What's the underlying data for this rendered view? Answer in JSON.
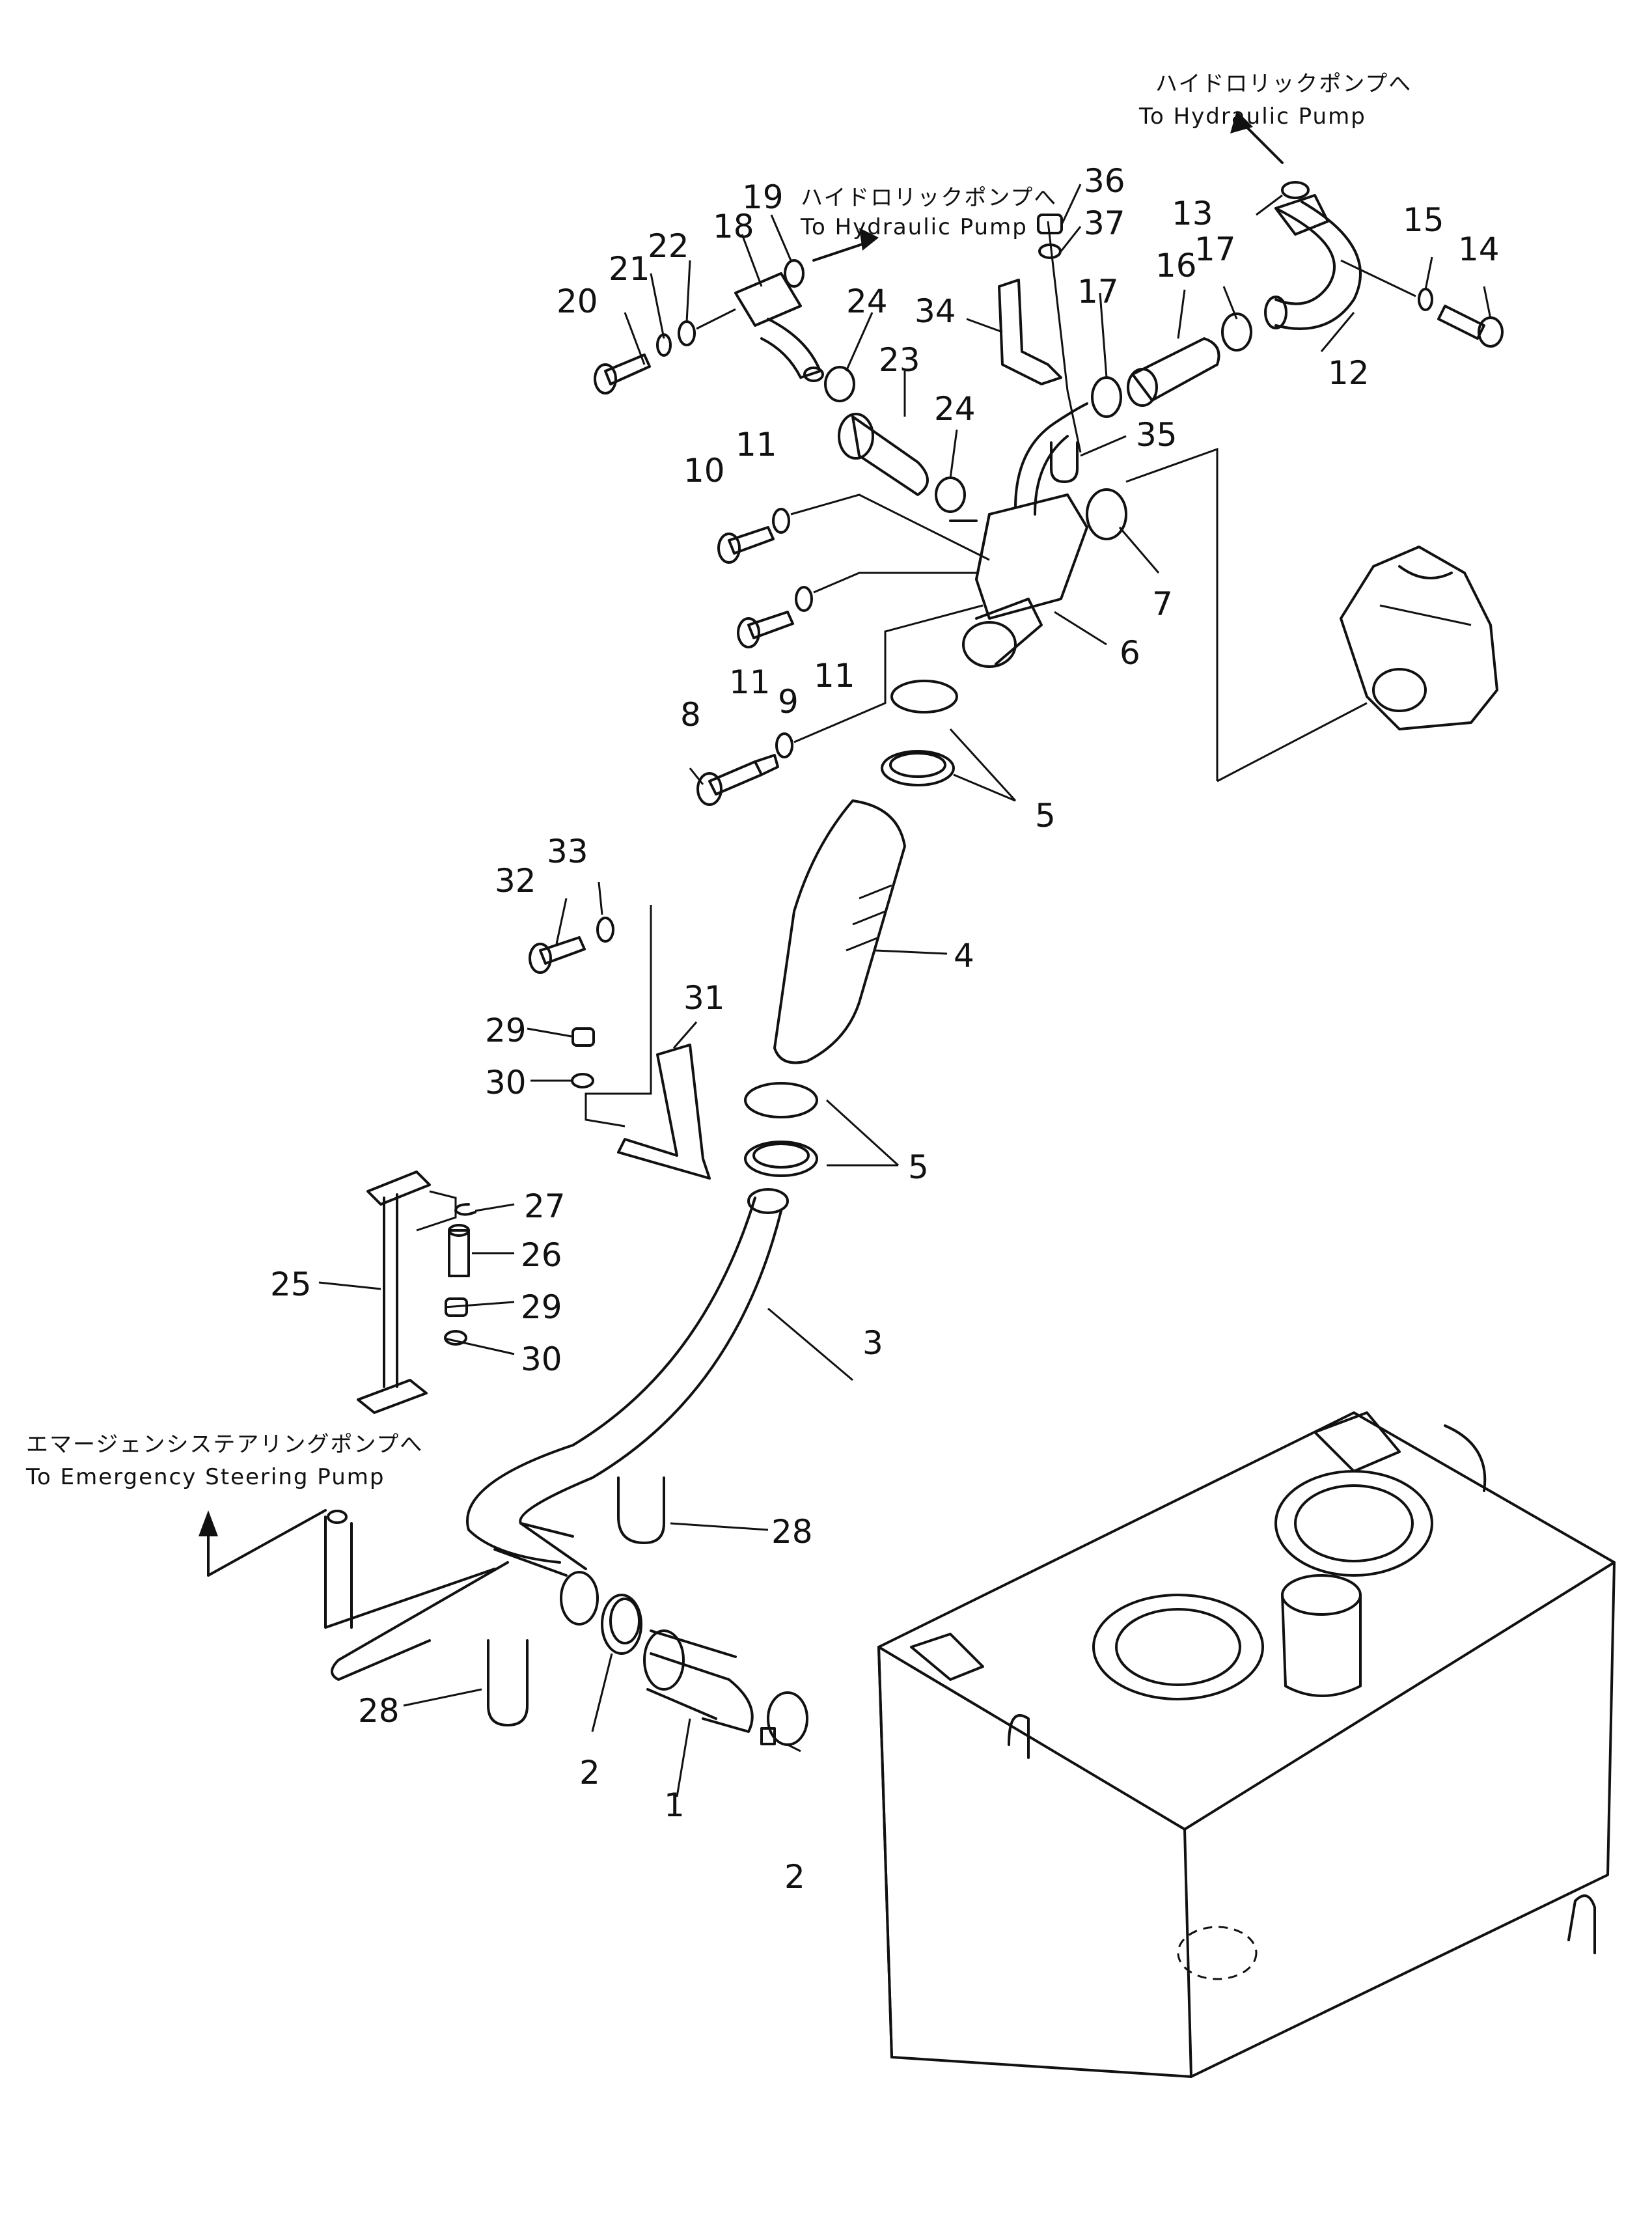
{
  "notes": {
    "top_right_jp": "ハイドロリックポンプへ",
    "top_right_en": "To Hydraulic Pump",
    "top_mid_jp": "ハイドロリックポンプへ",
    "top_mid_en": "To Hydraulic Pump",
    "left_jp": "エマージェンシステアリングポンプへ",
    "left_en": "To Emergency Steering Pump"
  },
  "callouts": {
    "n1": "1",
    "n2a": "2",
    "n2b": "2",
    "n3": "3",
    "n4": "4",
    "n5a": "5",
    "n5b": "5",
    "n6": "6",
    "n7": "7",
    "n8": "8",
    "n9": "9",
    "n10": "10",
    "n11a": "11",
    "n11b": "11",
    "n11c": "11",
    "n12": "12",
    "n13": "13",
    "n14": "14",
    "n15": "15",
    "n16": "16",
    "n17a": "17",
    "n17b": "17",
    "n18": "18",
    "n19": "19",
    "n20": "20",
    "n21": "21",
    "n22": "22",
    "n23": "23",
    "n24a": "24",
    "n24b": "24",
    "n25": "25",
    "n26": "26",
    "n27": "27",
    "n28a": "28",
    "n28b": "28",
    "n29a": "29",
    "n29b": "29",
    "n30a": "30",
    "n30b": "30",
    "n31": "31",
    "n32": "32",
    "n33": "33",
    "n34": "34",
    "n35": "35",
    "n36": "36",
    "n37": "37"
  }
}
